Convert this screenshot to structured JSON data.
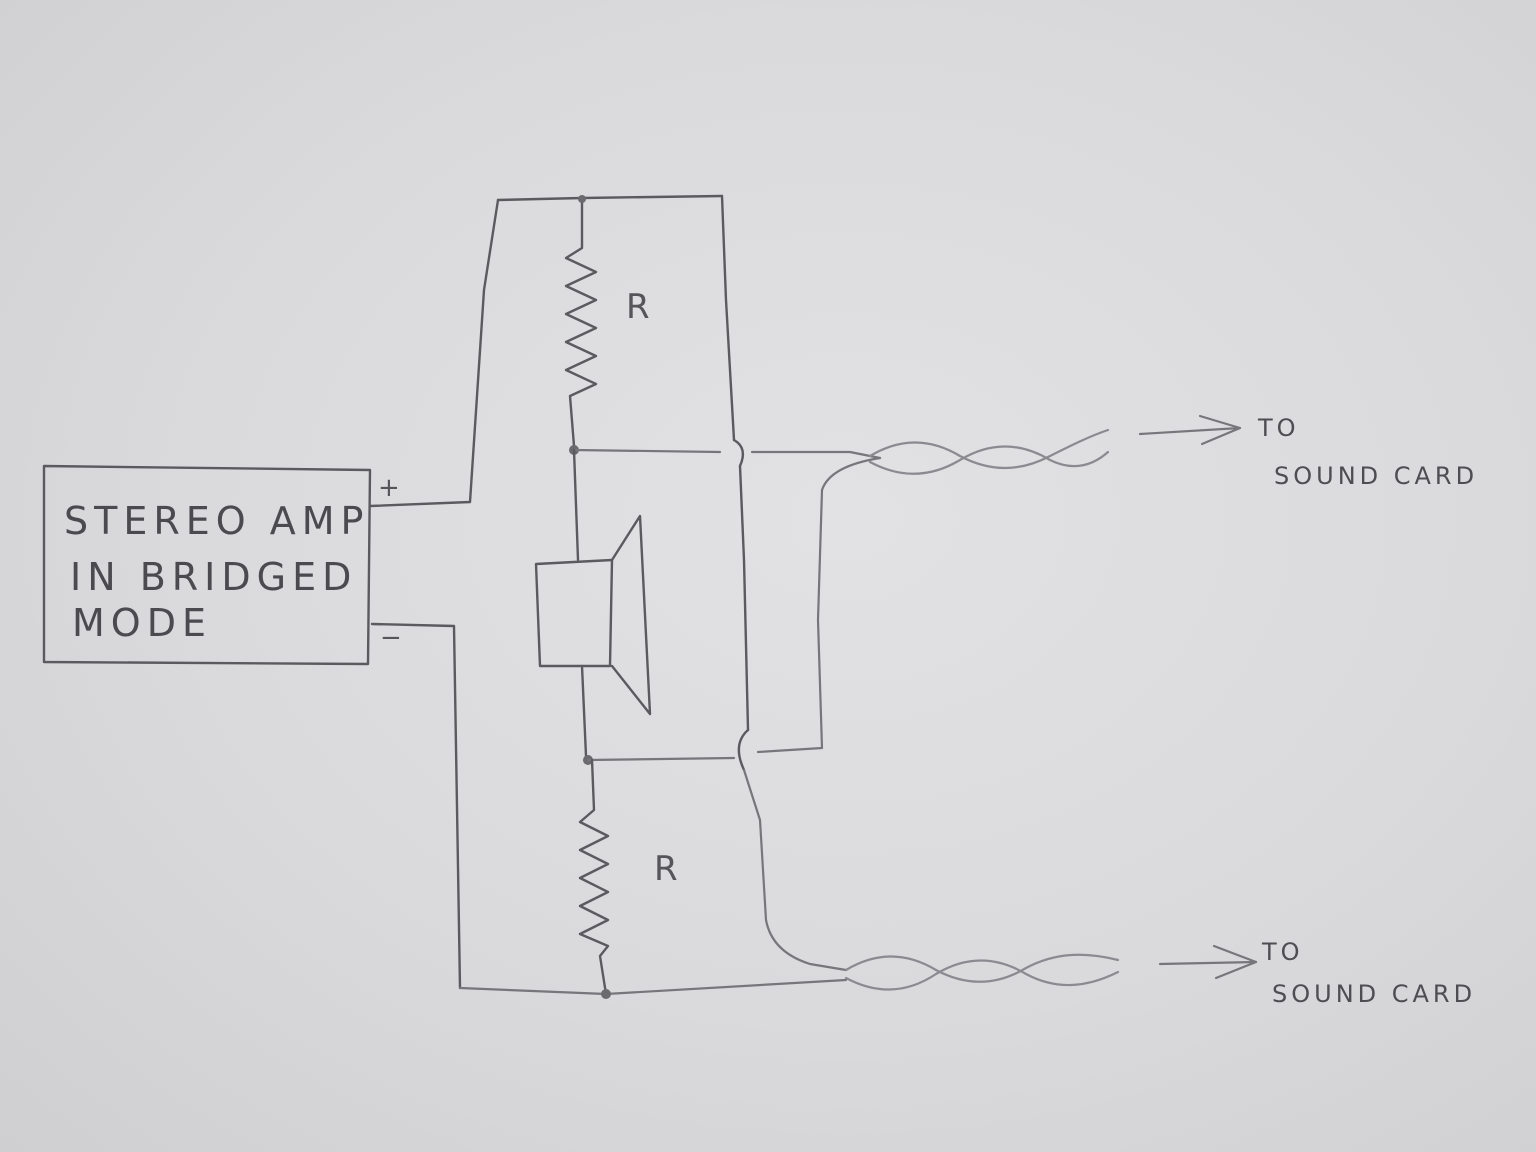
{
  "amplifier": {
    "lines": [
      "STEREO AMP",
      "IN BRIDGED",
      "MODE"
    ],
    "plus_terminal": "+",
    "minus_terminal": "−"
  },
  "resistors": {
    "top_label": "R",
    "bottom_label": "R"
  },
  "outputs": {
    "top": {
      "line1": "TO",
      "line2": "SOUND CARD"
    },
    "bottom": {
      "line1": "TO",
      "line2": "SOUND CARD"
    }
  }
}
